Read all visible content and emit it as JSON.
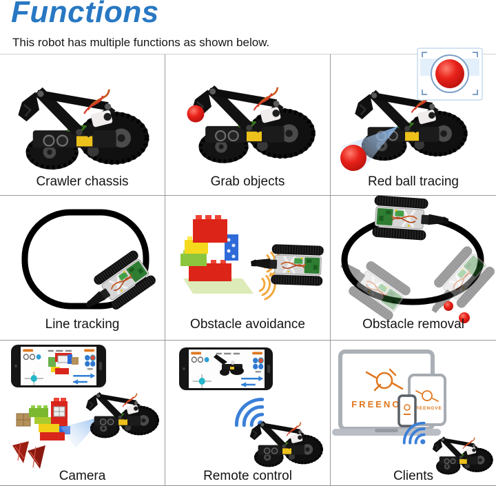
{
  "header": {
    "title": "Functions",
    "subtitle": "This robot has multiple functions as shown below."
  },
  "functions": [
    {
      "id": "crawler-chassis",
      "label": "Crawler chassis"
    },
    {
      "id": "grab-objects",
      "label": "Grab objects"
    },
    {
      "id": "red-ball-tracing",
      "label": "Red ball tracing"
    },
    {
      "id": "line-tracking",
      "label": "Line tracking"
    },
    {
      "id": "obstacle-avoidance",
      "label": "Obstacle avoidance"
    },
    {
      "id": "obstacle-removal",
      "label": "Obstacle removal"
    },
    {
      "id": "camera",
      "label": "Camera"
    },
    {
      "id": "remote-control",
      "label": "Remote control"
    },
    {
      "id": "clients",
      "label": "Clients"
    }
  ],
  "clients": {
    "brand": "FREENOVE"
  },
  "icons": [
    "wifi-icon",
    "sound-wave-icon",
    "viewfinder-icon",
    "joystick-icon",
    "slider-icon"
  ],
  "colors": {
    "title_blue": "#2878c3",
    "grid_line": "#999999",
    "grid_top_line": "#cfcfcf",
    "ball_red": "#e8221a",
    "beam_blue": "#7fb0e8",
    "wifi_blue": "#3b7fd8",
    "wave_orange": "#f2a83c",
    "brand_orange": "#e0761c",
    "lego_red": "#dd2418",
    "lego_yellow": "#f5d91d",
    "lego_green": "#8cc63e",
    "lego_blue": "#2f6bd8",
    "pcb_green": "#2e7d32",
    "accent_yellow": "#ecc11c"
  }
}
